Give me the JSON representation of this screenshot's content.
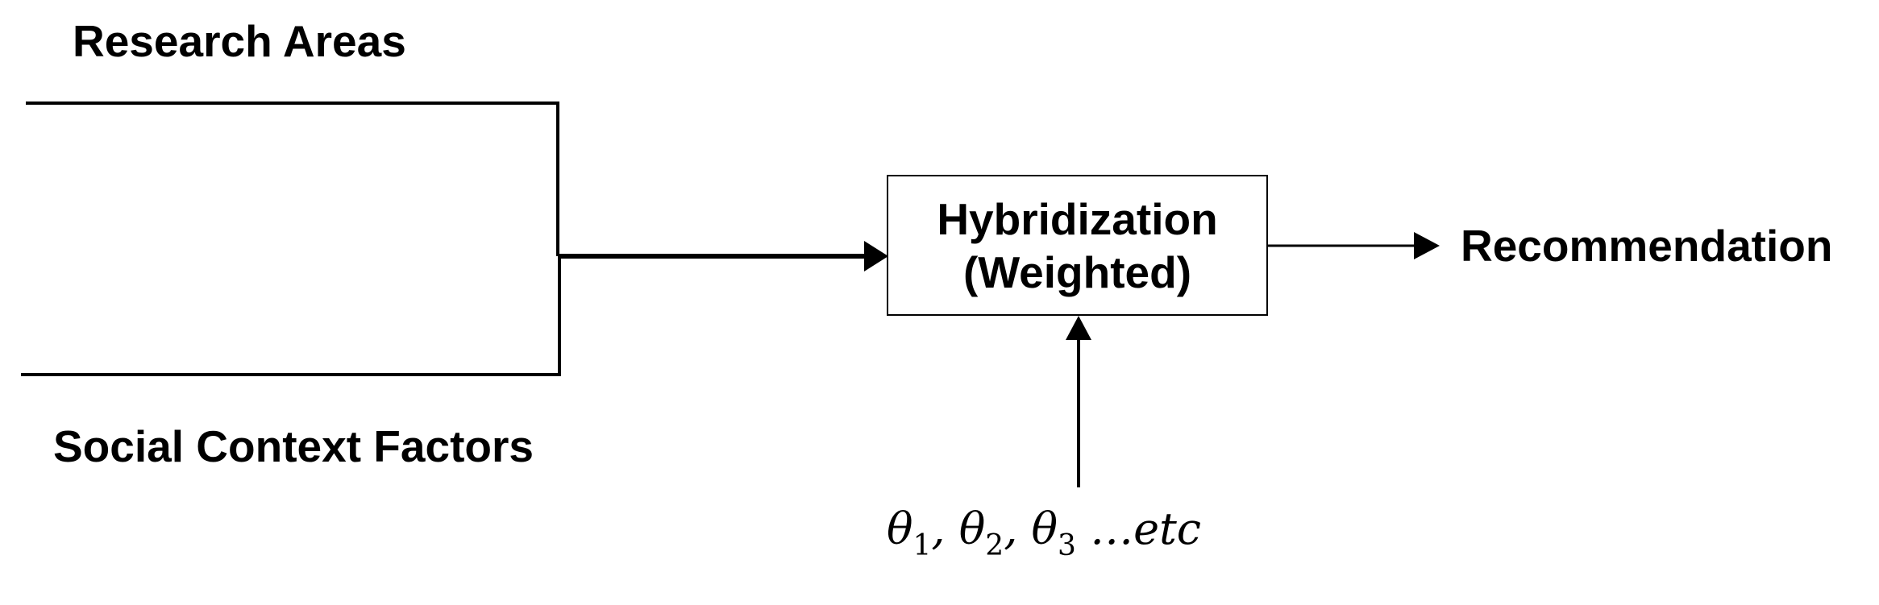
{
  "inputs": {
    "research_areas": "Research Areas",
    "social_context_factors": "Social Context Factors"
  },
  "process": {
    "title_line1": "Hybridization",
    "title_line2": "(Weighted)"
  },
  "output": {
    "label": "Recommendation"
  },
  "parameters": {
    "symbol": "θ",
    "subscripts": [
      "1",
      "2",
      "3"
    ],
    "separator": ",",
    "suffix": "…etc"
  },
  "colors": {
    "stroke": "#000000",
    "background": "#ffffff"
  }
}
